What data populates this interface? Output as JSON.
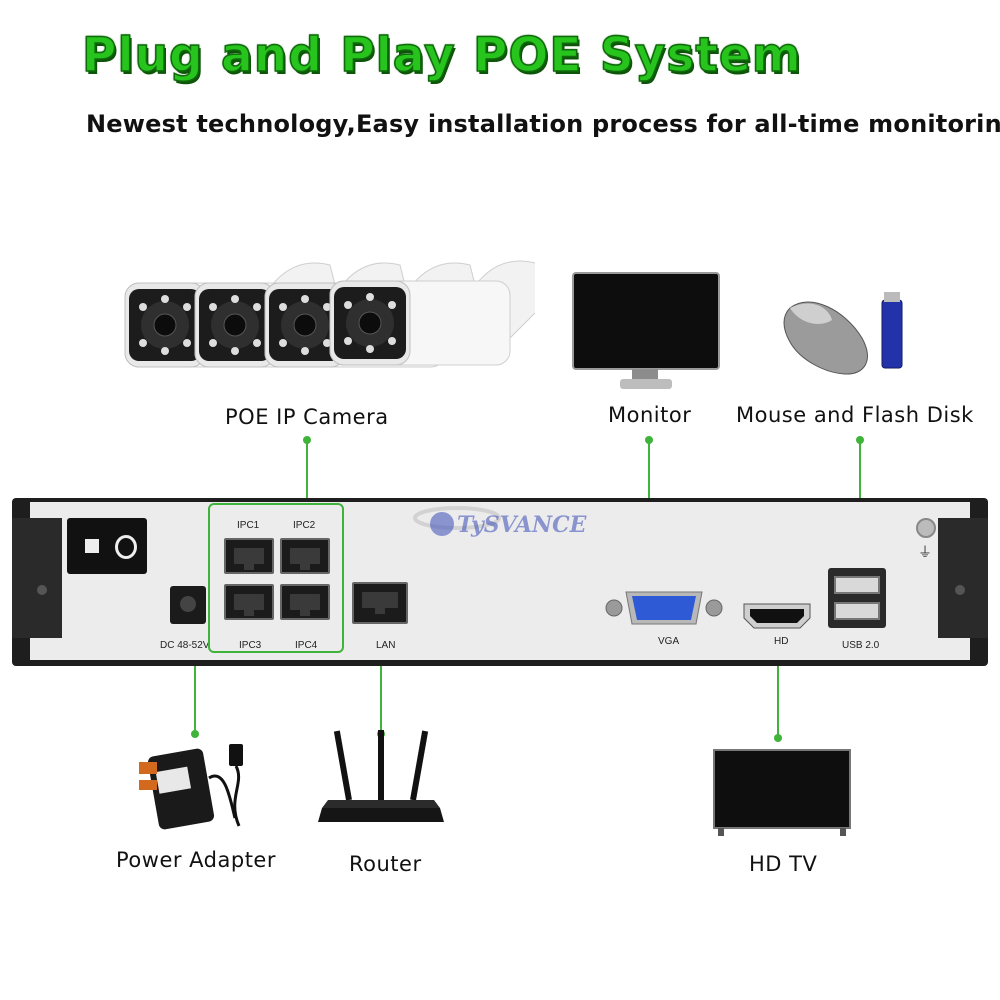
{
  "title": "Plug and Play POE System",
  "subtitle": "Newest technology,Easy installation process for all-time monitoring",
  "devices": {
    "camera": "POE IP Camera",
    "monitor": "Monitor",
    "mouse_disk": "Mouse and Flash Disk",
    "power_adapter": "Power  Adapter",
    "router": "Router",
    "hdtv": "HD TV"
  },
  "watermark": "TySVANCE",
  "nvr": {
    "ports": {
      "ipc1": "IPC1",
      "ipc2": "IPC2",
      "ipc3": "IPC3",
      "ipc4": "IPC4",
      "dc": "DC 48-52V",
      "lan": "LAN",
      "vga": "VGA",
      "hd": "HD",
      "usb": "USB 2.0"
    }
  },
  "colors": {
    "title_green": "#27c41d",
    "connector_green": "#3fb33a",
    "nvr_panel": "#e9e9e9",
    "nvr_frame": "#1e1e1e"
  }
}
